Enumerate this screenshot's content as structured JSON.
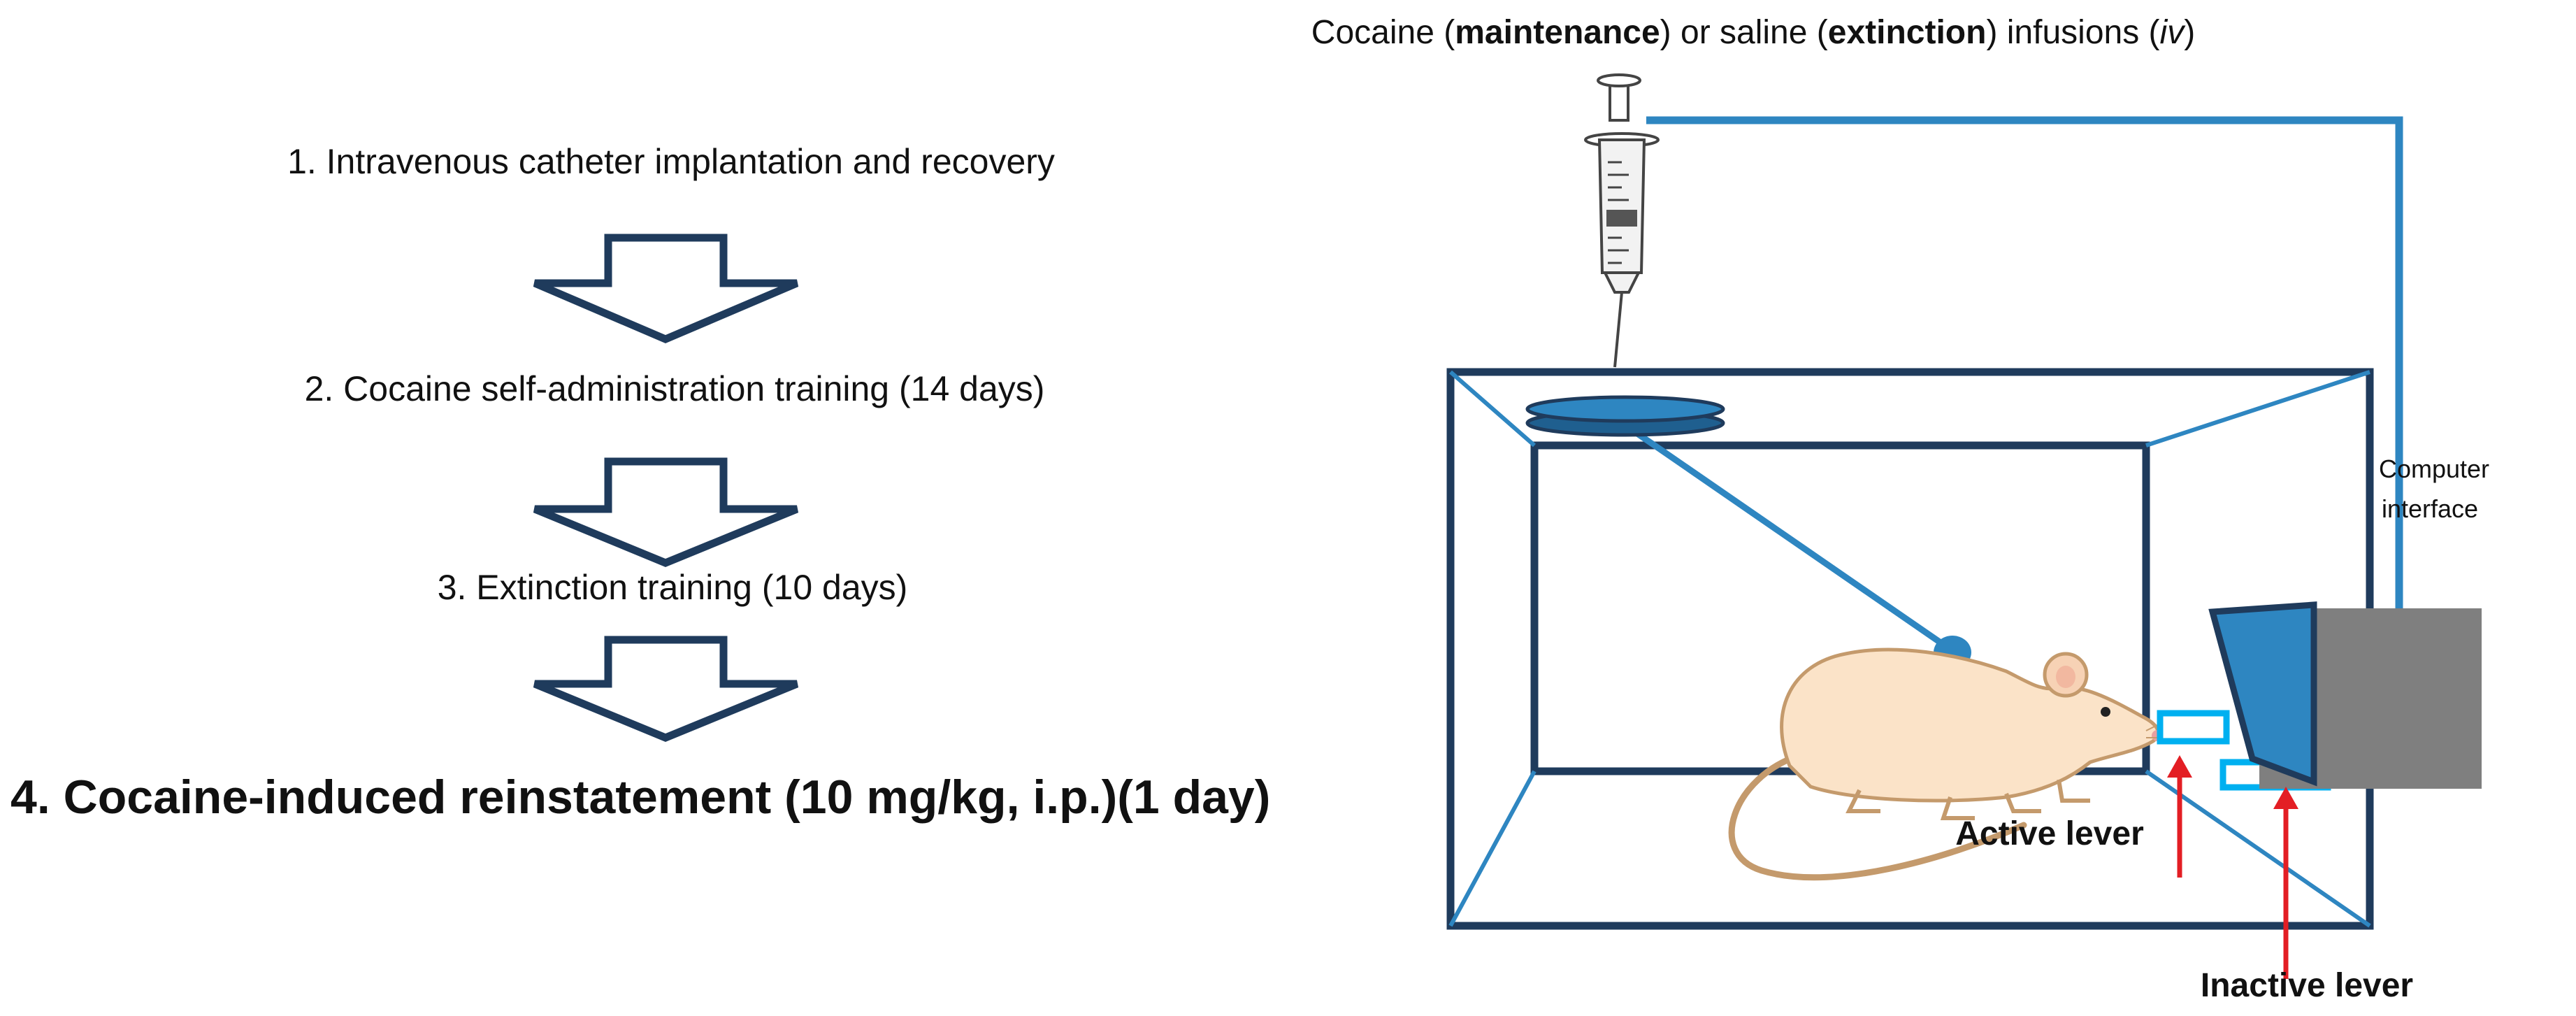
{
  "steps": [
    {
      "label": "1. Intravenous catheter implantation and recovery"
    },
    {
      "label": "2. Cocaine self-administration training (14 days)"
    },
    {
      "label": "3. Extinction training (10 days)"
    },
    {
      "label": "4. Cocaine-induced reinstatement (10 mg/kg, i.p.)(1 day)"
    }
  ],
  "infusion_title": {
    "part1": "Cocaine (",
    "bold1": "maintenance",
    "part2": ") or saline (",
    "bold2": "extinction",
    "part3": ") infusions (",
    "italic": "iv",
    "part4": ")"
  },
  "computer_interface": {
    "line1": "Computer",
    "line2": "interface"
  },
  "levers": {
    "active": "Active lever",
    "inactive": "Inactive lever"
  },
  "colors": {
    "navy": "#1f3b5c",
    "blue": "#2e86c1",
    "cyan": "#00b0f0",
    "red": "#e31e24",
    "rat_fill": "#fbe3c8",
    "rat_stroke": "#c49a6c",
    "gray": "#7f7f7f"
  }
}
